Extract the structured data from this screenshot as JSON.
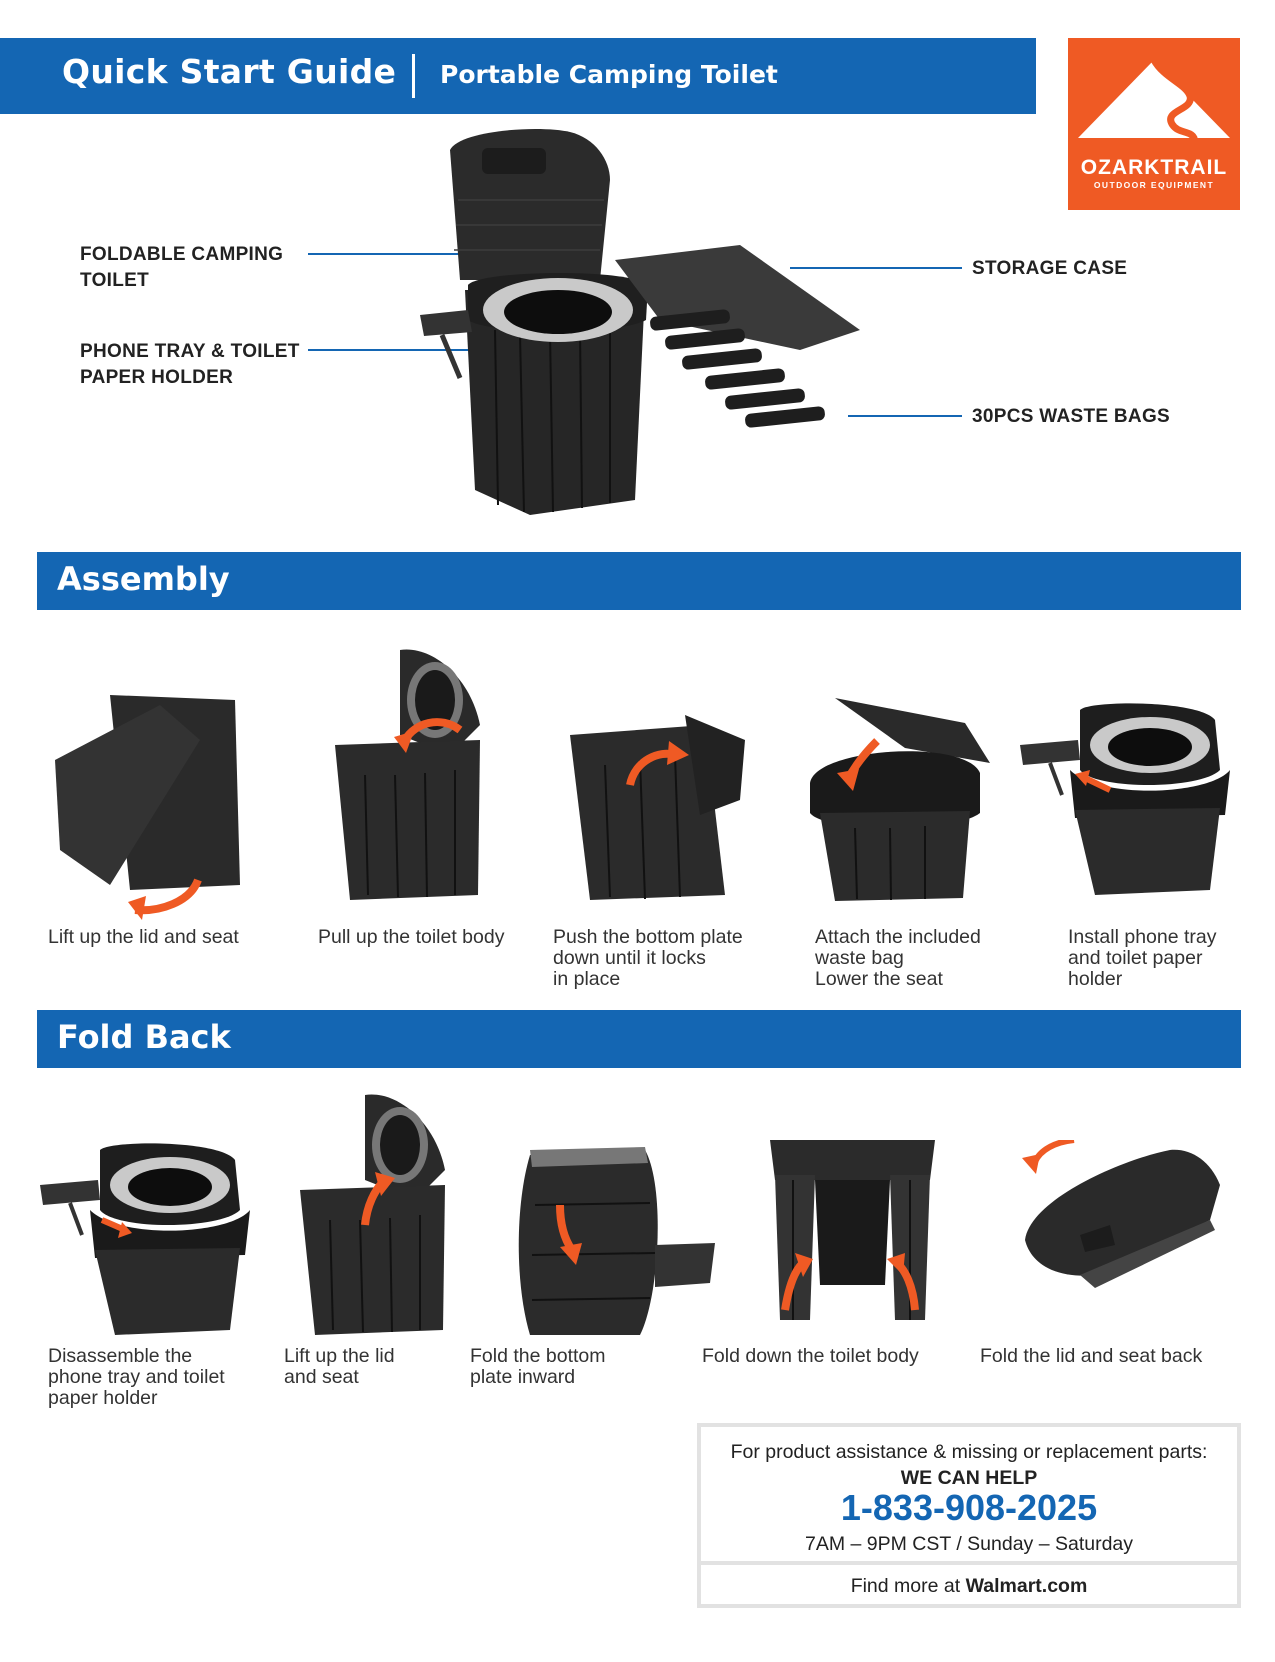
{
  "header": {
    "title": "Quick Start Guide",
    "subtitle": "Portable Camping Toilet"
  },
  "logo": {
    "brand": "OZARKTRAIL",
    "tagline": "OUTDOOR EQUIPMENT",
    "bg_color": "#ef5a24"
  },
  "callouts": {
    "toilet": "FOLDABLE CAMPING\nTOILET",
    "tray": "PHONE TRAY & TOILET\nPAPER HOLDER",
    "case": "STORAGE CASE",
    "bags": "30PCS WASTE BAGS"
  },
  "assembly": {
    "title": "Assembly",
    "steps": [
      {
        "caption": "Lift up the lid and seat"
      },
      {
        "caption": "Pull up the toilet body"
      },
      {
        "caption": "Push the bottom plate\ndown until it locks\nin place"
      },
      {
        "caption": "Attach the included\nwaste bag\nLower the seat"
      },
      {
        "caption": "Install phone tray\nand toilet paper\nholder"
      }
    ]
  },
  "foldback": {
    "title": "Fold Back",
    "steps": [
      {
        "caption": "Disassemble the\nphone tray and toilet\npaper holder"
      },
      {
        "caption": "Lift up the lid\nand seat"
      },
      {
        "caption": "Fold the bottom\nplate inward"
      },
      {
        "caption": "Fold down the toilet body"
      },
      {
        "caption": "Fold the lid and seat back"
      }
    ]
  },
  "help": {
    "line1": "For product assistance & missing or replacement parts:",
    "line2": "WE CAN HELP",
    "phone": "1-833-908-2025",
    "hours": "7AM – 9PM CST / Sunday – Saturday",
    "find_prefix": "Find more at ",
    "find_site": "Walmart.com"
  },
  "colors": {
    "brand_blue": "#1466b3",
    "arrow_orange": "#ef5a24",
    "product_black": "#2a2a2a"
  }
}
